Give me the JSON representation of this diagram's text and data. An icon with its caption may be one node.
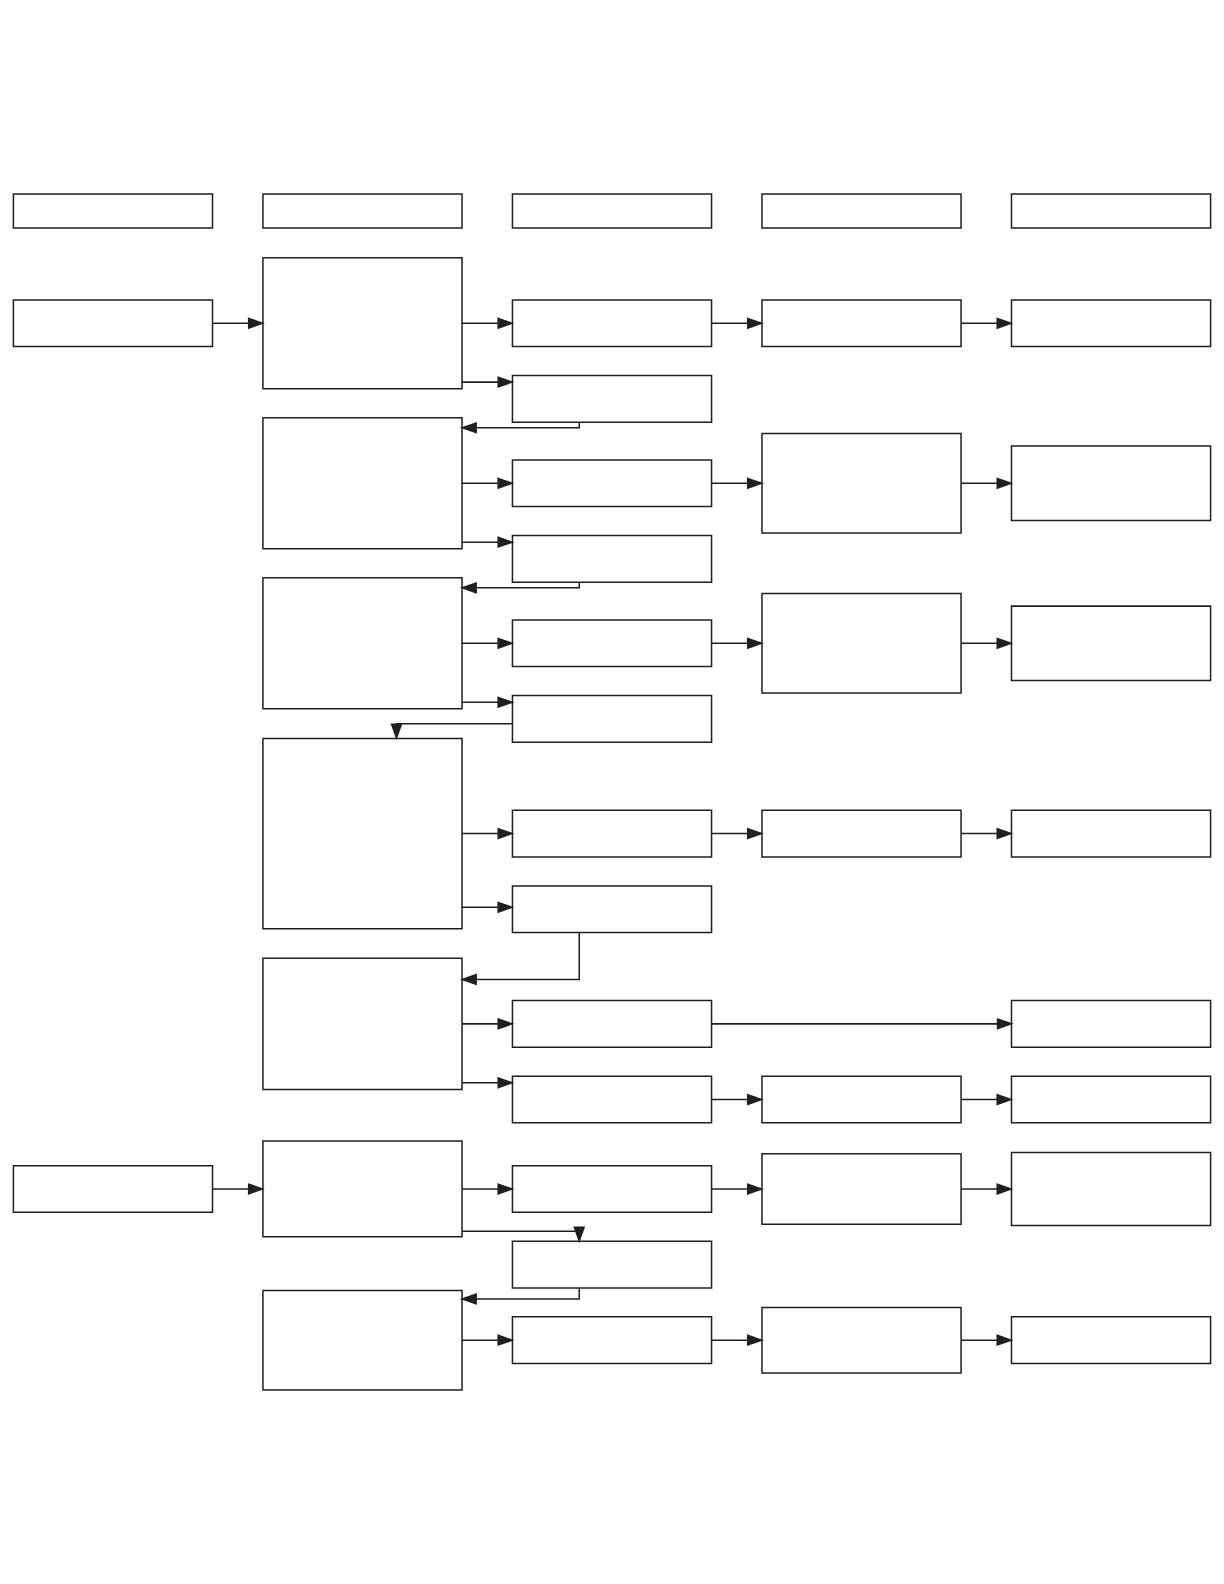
{
  "diagram": {
    "nodes": [
      {
        "text": [],
        "shape": "box"
      },
      {
        "text": [],
        "shape": "box"
      },
      {
        "text": [],
        "shape": "box"
      },
      {
        "text": [],
        "shape": "box"
      },
      {
        "text": [],
        "shape": "box"
      },
      {
        "text": [],
        "shape": "box"
      },
      {
        "text": [],
        "shape": "box"
      },
      {
        "text": [],
        "shape": "box"
      },
      {
        "text": [],
        "shape": "box"
      },
      {
        "text": [],
        "shape": "box"
      },
      {
        "text": [],
        "shape": "box"
      },
      {
        "text": [],
        "shape": "box"
      },
      {
        "text": [],
        "shape": "box"
      },
      {
        "text": [],
        "shape": "box"
      },
      {
        "text": [],
        "shape": "box"
      },
      {
        "text": [],
        "shape": "box"
      },
      {
        "text": [],
        "shape": "box"
      },
      {
        "text": [],
        "shape": "box"
      },
      {
        "text": [],
        "shape": "box"
      },
      {
        "text": [],
        "shape": "box"
      },
      {
        "text": [],
        "shape": "box"
      },
      {
        "text": [],
        "shape": "box"
      },
      {
        "text": [],
        "shape": "box"
      },
      {
        "text": [],
        "shape": "box"
      },
      {
        "text": [],
        "shape": "box"
      },
      {
        "text": [],
        "shape": "box"
      },
      {
        "text": [],
        "shape": "box"
      },
      {
        "text": [],
        "shape": "box"
      },
      {
        "text": [],
        "shape": "box"
      },
      {
        "text": [],
        "shape": "box"
      },
      {
        "text": [],
        "shape": "box"
      },
      {
        "text": [],
        "shape": "box"
      },
      {
        "text": [],
        "shape": "box"
      },
      {
        "text": [],
        "shape": "box"
      },
      {
        "text": [],
        "shape": "box"
      },
      {
        "text": [],
        "shape": "box"
      },
      {
        "text": [],
        "shape": "box"
      },
      {
        "text": [],
        "shape": "box"
      },
      {
        "text": [],
        "shape": "box"
      },
      {
        "text": [],
        "shape": "box"
      },
      {
        "text": [],
        "shape": "box"
      },
      {
        "text": [],
        "shape": "box"
      }
    ],
    "edges": [
      {
        "from": 5,
        "to": 6,
        "arrow": "to"
      },
      {
        "from": 6,
        "to": 7,
        "arrow": "to"
      },
      {
        "from": 6,
        "to": 10,
        "arrow": "to"
      },
      {
        "from": 7,
        "to": 8,
        "arrow": "to"
      },
      {
        "from": 8,
        "to": 9,
        "arrow": "to"
      },
      {
        "from": 10,
        "to": 11,
        "arrow": "to"
      },
      {
        "from": 11,
        "to": 12,
        "arrow": "to"
      },
      {
        "from": 11,
        "to": 15,
        "arrow": "to"
      },
      {
        "from": 12,
        "to": 13,
        "arrow": "to"
      },
      {
        "from": 13,
        "to": 14,
        "arrow": "to"
      },
      {
        "from": 15,
        "to": 16,
        "arrow": "to"
      },
      {
        "from": 16,
        "to": 17,
        "arrow": "to"
      },
      {
        "from": 16,
        "to": 20,
        "arrow": "to"
      },
      {
        "from": 17,
        "to": 18,
        "arrow": "to"
      },
      {
        "from": 18,
        "to": 19,
        "arrow": "to"
      },
      {
        "from": 20,
        "to": 21,
        "arrow": "to"
      },
      {
        "from": 21,
        "to": 22,
        "arrow": "to"
      },
      {
        "from": 21,
        "to": 25,
        "arrow": "to"
      },
      {
        "from": 22,
        "to": 23,
        "arrow": "to"
      },
      {
        "from": 23,
        "to": 24,
        "arrow": "to"
      },
      {
        "from": 25,
        "to": 26,
        "arrow": "to"
      },
      {
        "from": 26,
        "to": 27,
        "arrow": "to"
      },
      {
        "from": 26,
        "to": 29,
        "arrow": "to"
      },
      {
        "from": 27,
        "to": 28,
        "arrow": "to"
      },
      {
        "from": 29,
        "to": 30,
        "arrow": "to"
      },
      {
        "from": 30,
        "to": 31,
        "arrow": "to"
      },
      {
        "from": 32,
        "to": 33,
        "arrow": "to"
      },
      {
        "from": 33,
        "to": 34,
        "arrow": "to"
      },
      {
        "from": 33,
        "to": 37,
        "arrow": "to"
      },
      {
        "from": 34,
        "to": 35,
        "arrow": "to"
      },
      {
        "from": 35,
        "to": 36,
        "arrow": "to"
      },
      {
        "from": 37,
        "to": 38,
        "arrow": "to"
      },
      {
        "from": 38,
        "to": 39,
        "arrow": "to"
      },
      {
        "from": 39,
        "to": 40,
        "arrow": "to"
      },
      {
        "from": 40,
        "to": 41,
        "arrow": "to"
      }
    ]
  }
}
